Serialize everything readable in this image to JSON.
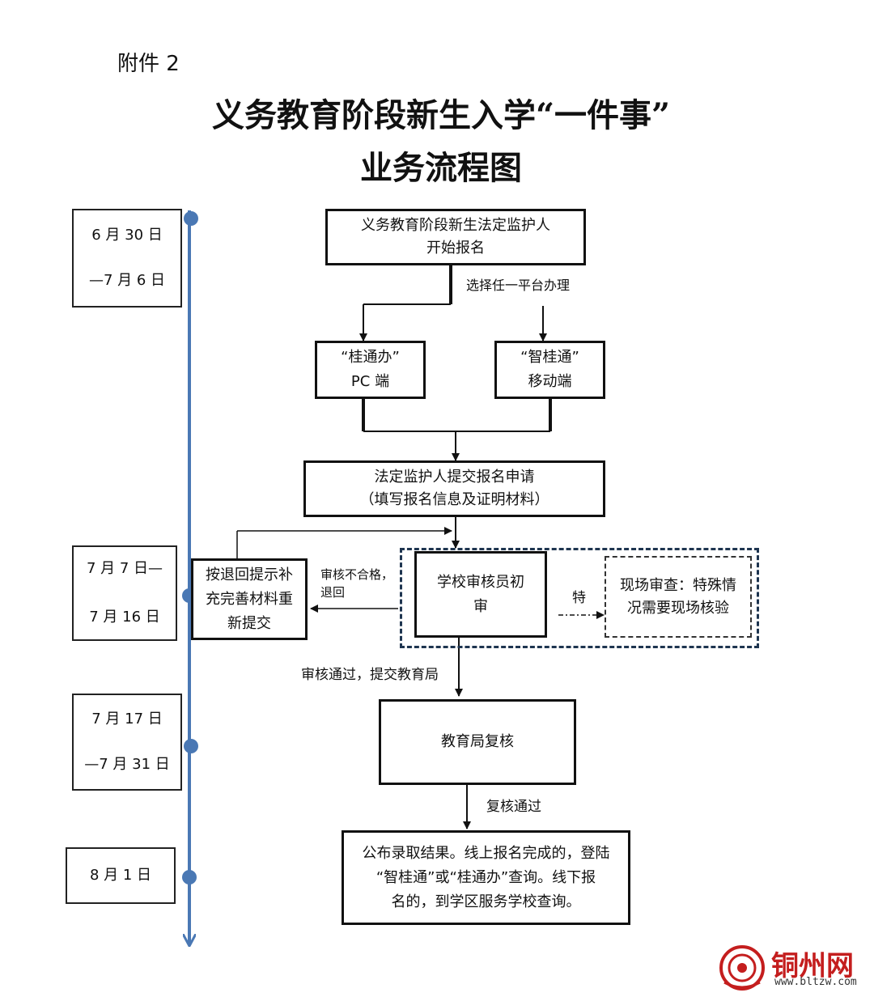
{
  "attachment": "附件 2",
  "title_line1": "义务教育阶段新生入学“一件事”",
  "title_line2": "业务流程图",
  "timeline": {
    "period1_a": "6 月 30 日",
    "period1_b": "—7 月 6 日",
    "period2_a": "7 月 7 日—",
    "period2_b": "7 月 16 日",
    "period3_a": "7 月 17 日",
    "period3_b": "—7 月 31 日",
    "period4": "8 月 1 日"
  },
  "nodes": {
    "start_1": "义务教育阶段新生法定监护人",
    "start_2": "开始报名",
    "choose_platform": "选择任一平台办理",
    "pc_1": "“桂通办”",
    "pc_2": "PC 端",
    "mobile_1": "“智桂通”",
    "mobile_2": "移动端",
    "submit_1": "法定监护人提交报名申请",
    "submit_2": "（填写报名信息及证明材料）",
    "resubmit_1": "按退回提示补",
    "resubmit_2": "充完善材料重",
    "resubmit_3": "新提交",
    "reject_1": "审核不合格，",
    "reject_2": "退回",
    "school_review_1": "学校审核员初",
    "school_review_2": "审",
    "special": "特",
    "onsite_1": "现场审查：特殊情",
    "onsite_2": "况需要现场核验",
    "pass_submit": "审核通过，提交教育局",
    "bureau_review": "教育局复核",
    "review_pass": "复核通过",
    "result_1": "公布录取结果。线上报名完成的，登陆",
    "result_2": "“智桂通”或“桂通办”查询。线下报",
    "result_3": "名的，到学区服务学校查询。"
  },
  "watermark": {
    "brand": "铜州网",
    "url": "www.bltzw.com"
  },
  "colors": {
    "timeline": "#4a78b4",
    "watermark": "#c41e1e"
  }
}
